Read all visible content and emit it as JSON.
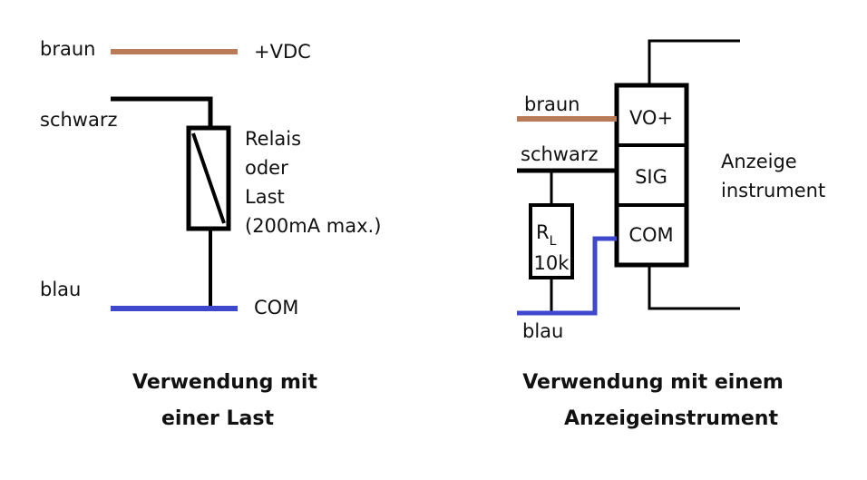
{
  "colors": {
    "brown_wire": "#b97a57",
    "black_wire": "#000000",
    "blue_wire": "#3f48cc",
    "text": "#111111"
  },
  "left": {
    "wire_brown_label": "braun",
    "vdc_label": "+VDC",
    "wire_black_label": "schwarz",
    "load_lines": [
      "Relais",
      "oder",
      "Last",
      "(200mA max.)"
    ],
    "wire_blue_label": "blau",
    "com_label": "COM",
    "caption_lines": [
      "Verwendung mit",
      "einer Last"
    ]
  },
  "right": {
    "wire_brown_label": "braun",
    "wire_black_label": "schwarz",
    "wire_blue_label": "blau",
    "resistor_label": "R",
    "resistor_sub": "L",
    "resistor_value": "10k",
    "terminals": [
      "VO+",
      "SIG",
      "COM"
    ],
    "instrument_lines": [
      "Anzeige",
      "instrument"
    ],
    "caption_lines": [
      "Verwendung mit einem",
      "Anzeigeinstrument"
    ]
  }
}
